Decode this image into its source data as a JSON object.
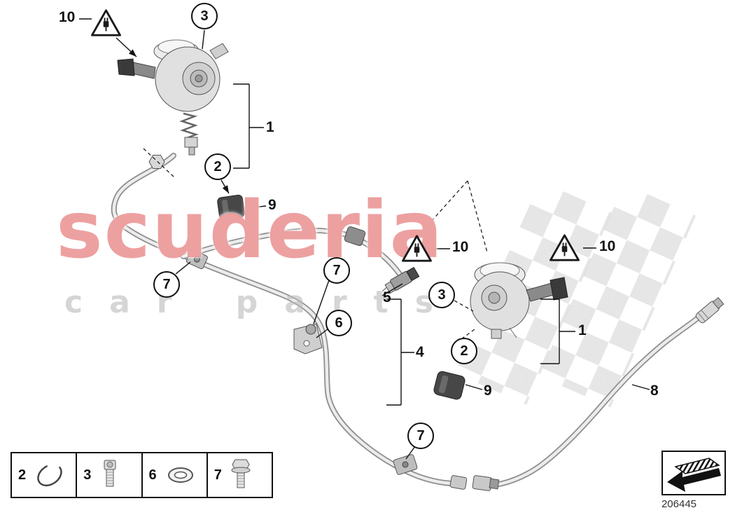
{
  "watermark": {
    "brand": "scuderia",
    "subbrand": "car parts"
  },
  "diagram_number": "206445",
  "callouts": {
    "circled": [
      {
        "label": "3"
      },
      {
        "label": "2"
      },
      {
        "label": "7"
      },
      {
        "label": "7"
      },
      {
        "label": "6"
      },
      {
        "label": "3"
      },
      {
        "label": "2"
      },
      {
        "label": "7"
      }
    ],
    "plain": [
      {
        "label": "10"
      },
      {
        "label": "1"
      },
      {
        "label": "9"
      },
      {
        "label": "10"
      },
      {
        "label": "5"
      },
      {
        "label": "4"
      },
      {
        "label": "10"
      },
      {
        "label": "1"
      },
      {
        "label": "9"
      },
      {
        "label": "8"
      }
    ]
  },
  "legend": {
    "items": [
      {
        "number": "2",
        "icon": "snap-ring-icon"
      },
      {
        "number": "3",
        "icon": "socket-head-screw-icon"
      },
      {
        "number": "6",
        "icon": "seal-ring-icon"
      },
      {
        "number": "7",
        "icon": "hex-bolt-icon"
      }
    ]
  },
  "icons": {
    "warning": "warning-plug-triangle-icon",
    "direction": "direction-arrow-icon"
  },
  "colors": {
    "watermark_red": "#de5252",
    "watermark_gray": "#b9b9b9",
    "line_black": "#111111",
    "pipe_gray": "#8d8d8d"
  }
}
